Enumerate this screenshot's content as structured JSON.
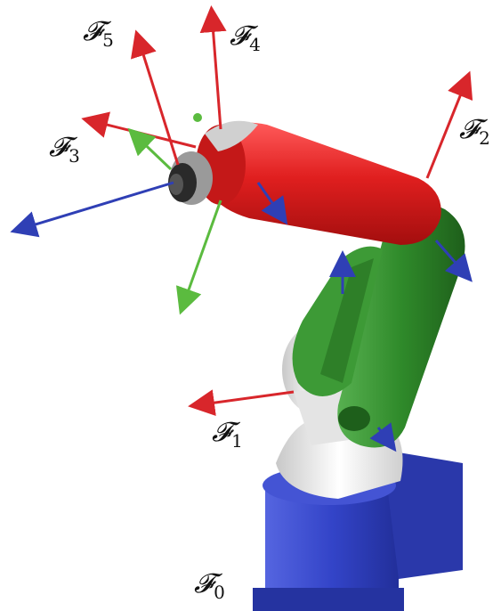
{
  "frames": [
    {
      "id": "F0",
      "symbol": "𝓕",
      "sub": "0"
    },
    {
      "id": "F1",
      "symbol": "𝓕",
      "sub": "1"
    },
    {
      "id": "F2",
      "symbol": "𝓕",
      "sub": "2"
    },
    {
      "id": "F3",
      "symbol": "𝓕",
      "sub": "3"
    },
    {
      "id": "F4",
      "symbol": "𝓕",
      "sub": "4"
    },
    {
      "id": "F5",
      "symbol": "𝓕",
      "sub": "5"
    }
  ],
  "colors": {
    "x_axis": "#d8262b",
    "y_axis": "#5bbb3f",
    "z_axis": "#2f3fb5",
    "upper_arm": "#e01f1f",
    "lower_arm": "#2f8a2a",
    "base": "#3344c8",
    "joint": "#eeeeee"
  }
}
